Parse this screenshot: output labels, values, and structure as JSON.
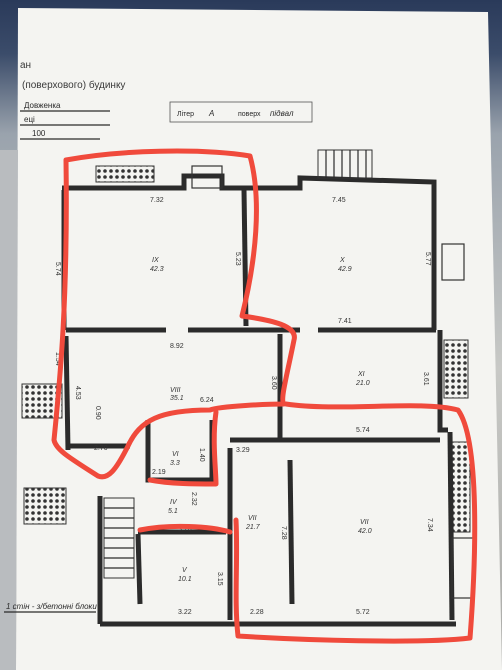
{
  "header": {
    "title_fragment": "ан",
    "title_line": "(поверхового) будинку",
    "owner_fragment": "Довженка",
    "sub_fragment": "еці",
    "number": "100",
    "liter_label": "Літер",
    "liter_value": "А",
    "floor_label": "поверх",
    "floor_value": "підвал"
  },
  "dimensions": {
    "d_732": "7.32",
    "d_745": "7.45",
    "d_574": "5.74",
    "d_523": "5.23",
    "d_577": "5.77",
    "d_892": "8.92",
    "d_741": "7.41",
    "d_154": "1.54",
    "d_453": "4.53",
    "d_360": "3.60",
    "d_361": "3.61",
    "d_574b": "5.74",
    "d_270": "2.70",
    "d_090": "0.90",
    "d_624": "6.24",
    "d_329": "3.29",
    "d_140": "1.40",
    "d_219": "2.19",
    "d_232": "2.32",
    "d_728": "7.28",
    "d_734": "7.34",
    "d_315": "3.15",
    "d_322": "3.22",
    "d_228": "2.28",
    "d_572": "5.72",
    "d_370": "3.70"
  },
  "rooms": {
    "r_ix": "IX",
    "r_ix_area": "42.3",
    "r_x": "X",
    "r_x_area": "42.9",
    "r_viii": "VIII",
    "r_viii_area": "35.1",
    "r_xi": "XI",
    "r_xi_area": "21.0",
    "r_vi": "VI",
    "r_vi_area": "3.3",
    "r_iv": "IV",
    "r_iv_area": "5.1",
    "r_vii": "VII",
    "r_vii_area": "21.7",
    "r_vii2": "VII",
    "r_vii2_area": "42.0",
    "r_v": "V",
    "r_v_area": "10.1"
  },
  "footer": {
    "note": "1 стін - з/бетонні блоки"
  },
  "colors": {
    "annotation": "#f04a3c",
    "walls": "#2b2b2b",
    "paper": "#f4f4f1"
  }
}
